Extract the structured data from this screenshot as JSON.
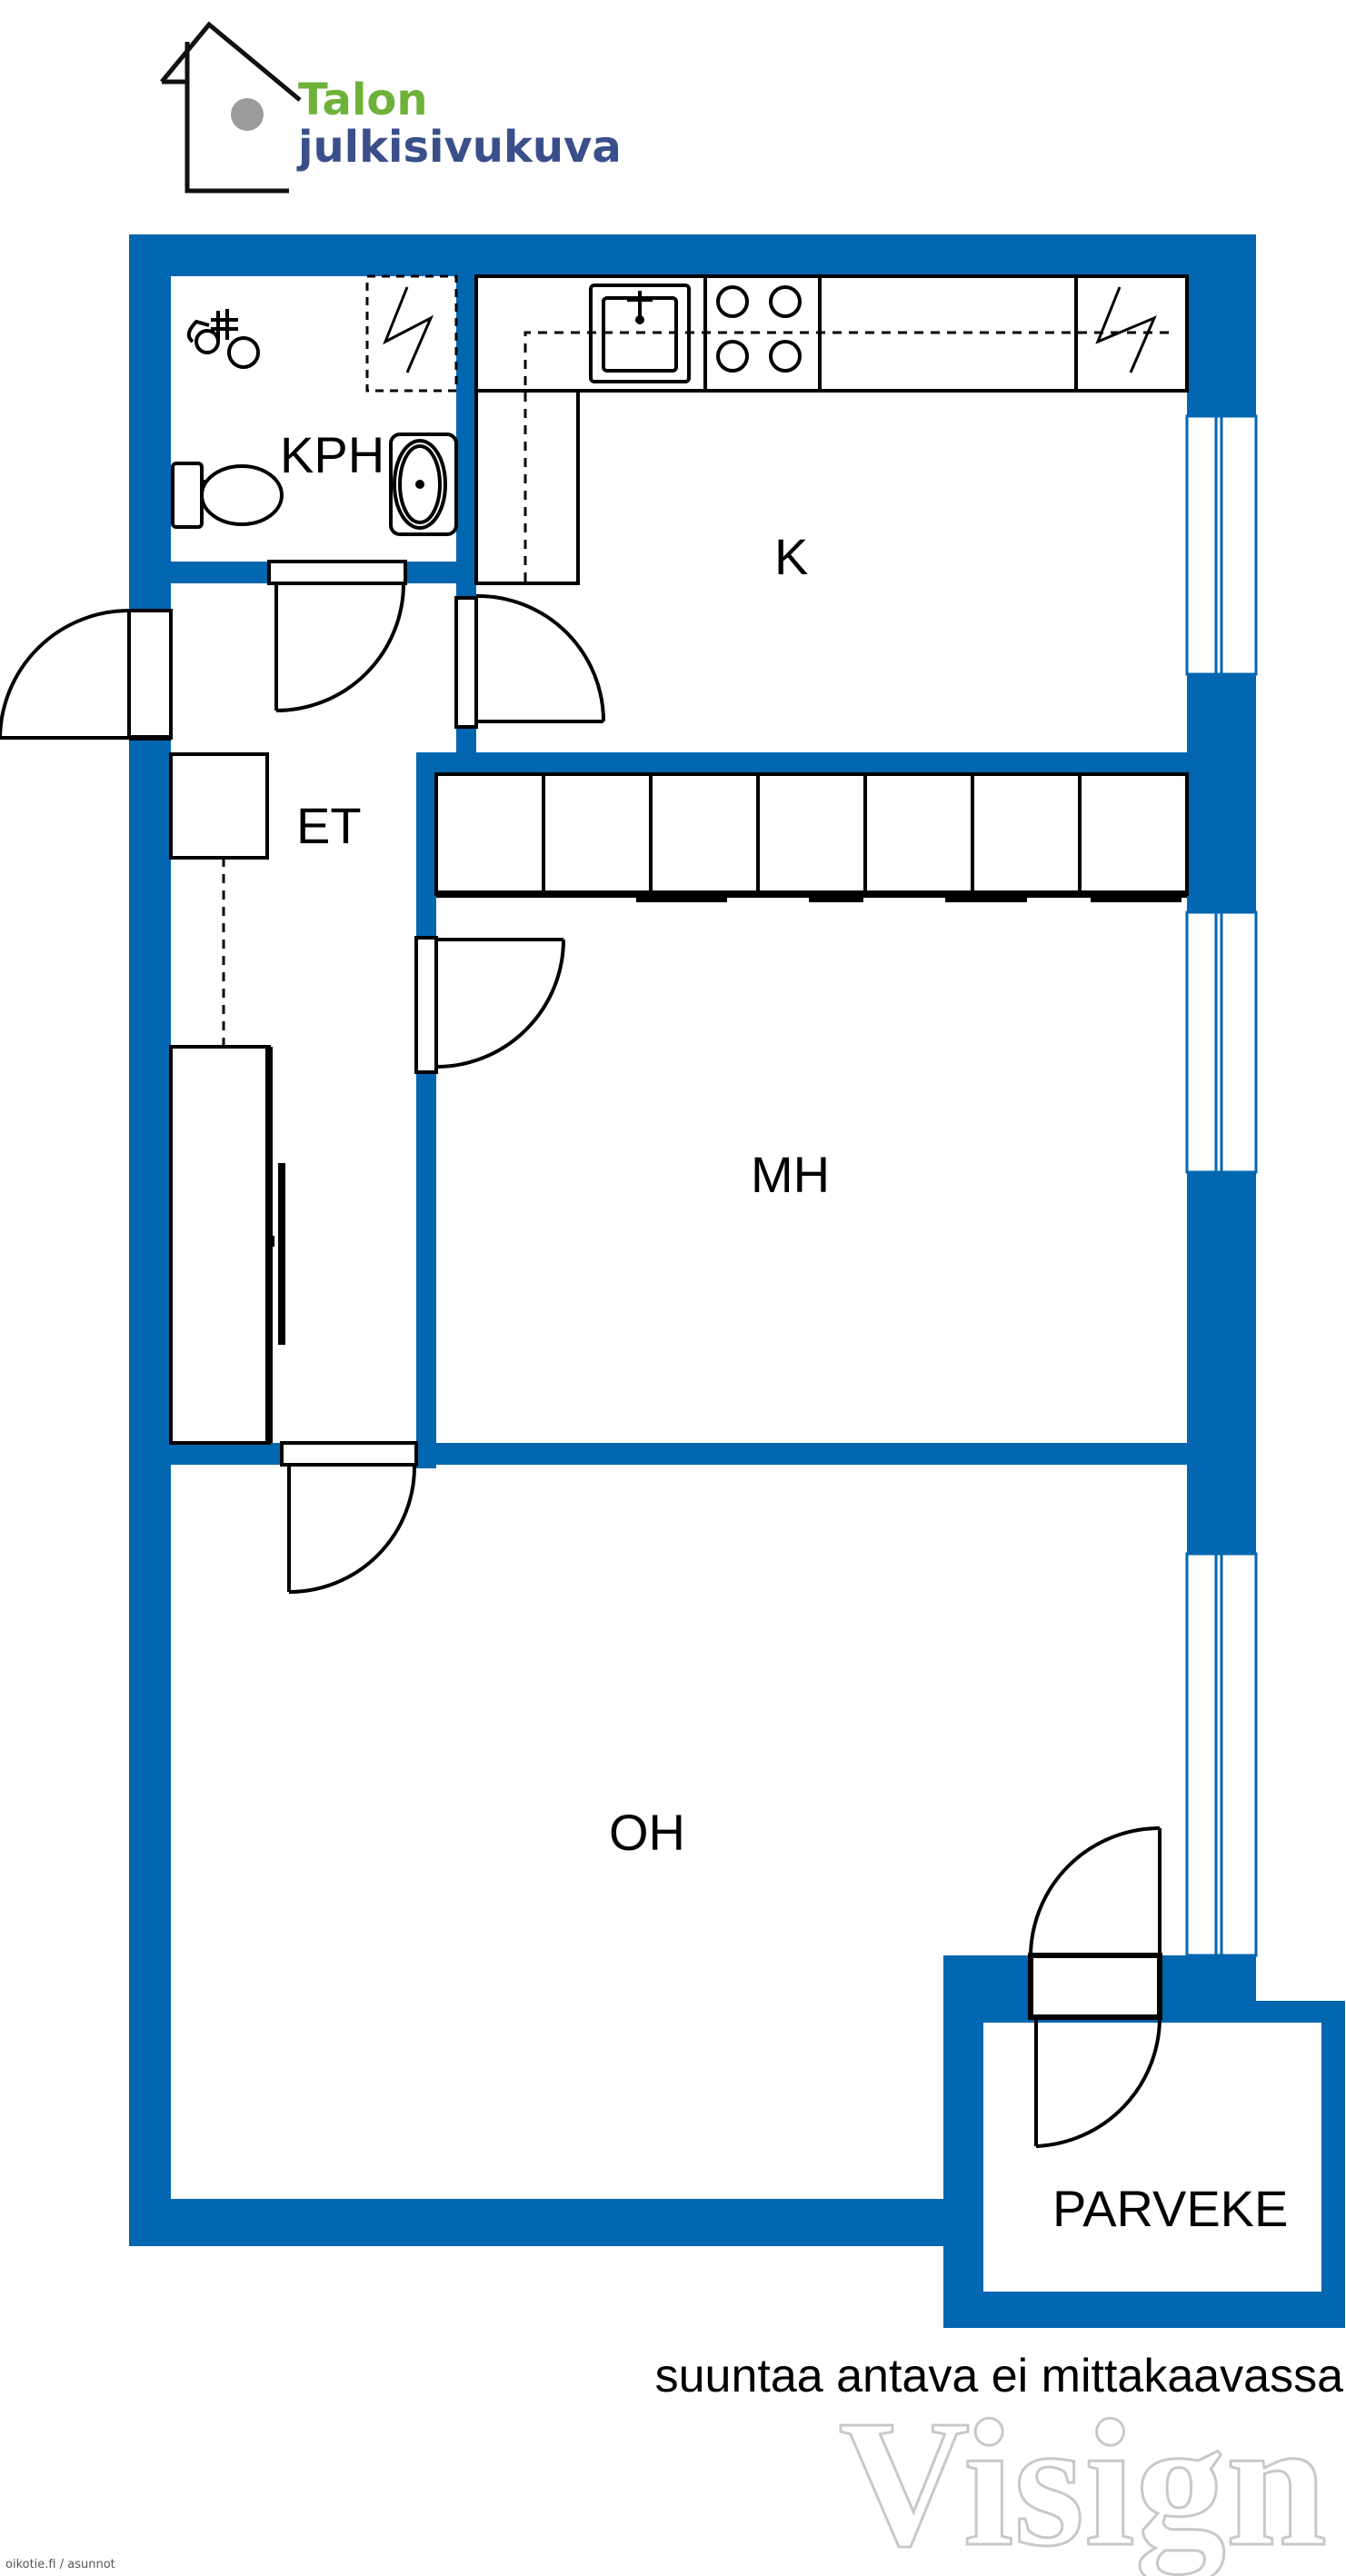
{
  "logo": {
    "line1": "Talon",
    "line2": "julkisivukuva",
    "colors": {
      "line1": "#6fb23a",
      "line2": "#3a4f8a"
    },
    "icon": "house-outline-icon"
  },
  "colors": {
    "wall": "#0266b0",
    "fixture_stroke": "#000000",
    "background": "#ffffff"
  },
  "rooms": {
    "kph": "KPH",
    "k": "K",
    "et": "ET",
    "mh": "MH",
    "oh": "OH",
    "parveke": "PARVEKE"
  },
  "note": "suuntaa antava ei mittakaavassa",
  "watermark": "Visign",
  "credit": "oikotie.fi / asunnot"
}
